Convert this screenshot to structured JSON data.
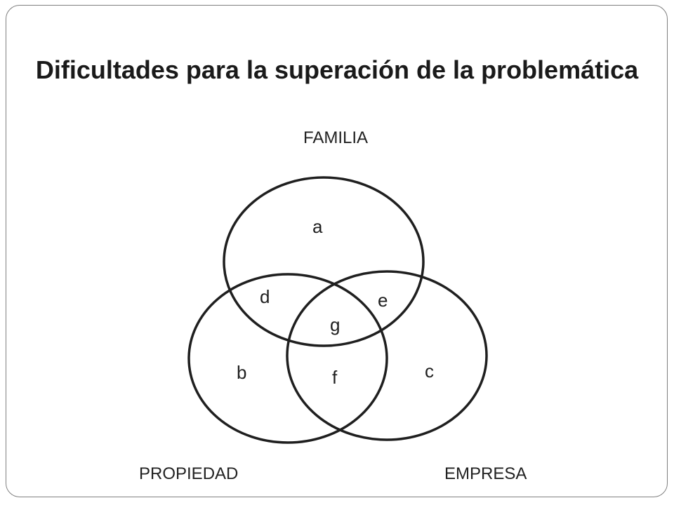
{
  "slide": {
    "title": "Dificultades para la superación de la problemática"
  },
  "diagram": {
    "sets": {
      "familia": "FAMILIA",
      "propiedad": "PROPIEDAD",
      "empresa": "EMPRESA"
    },
    "regions": {
      "a": "a",
      "b": "b",
      "c": "c",
      "d": "d",
      "e": "e",
      "f": "f",
      "g": "g"
    },
    "stroke_color": "#1f1f1f"
  }
}
